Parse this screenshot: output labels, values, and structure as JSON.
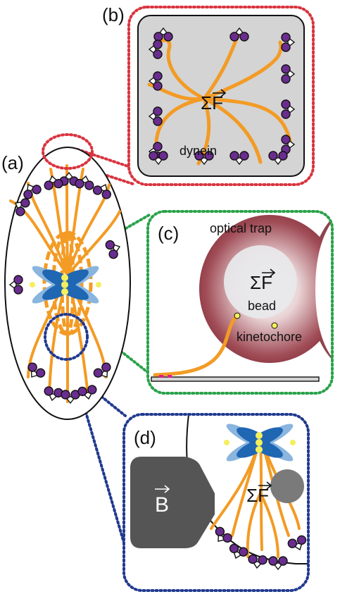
{
  "panels": {
    "a": {
      "label": "(a)"
    },
    "b": {
      "label": "(b)",
      "text": "dynein",
      "force": "ΣF"
    },
    "c": {
      "label": "(c)",
      "title": "optical trap",
      "force": "ΣF",
      "bead": "bead",
      "kinetochore": "kinetochore"
    },
    "d": {
      "label": "(d)",
      "field": "B",
      "force": "ΣF"
    }
  },
  "colors": {
    "microtubule": "#f39b25",
    "dynein": "#6a2d8f",
    "chromosome_dark": "#1f66b3",
    "chromosome_light": "#89b5de",
    "kinetochore": "#f4ef5c",
    "panel_b_border": "#d9343f",
    "panel_c_border": "#2aa24a",
    "panel_d_border": "#213a8f",
    "magnet": "#555555",
    "trap": "#7a2530"
  }
}
